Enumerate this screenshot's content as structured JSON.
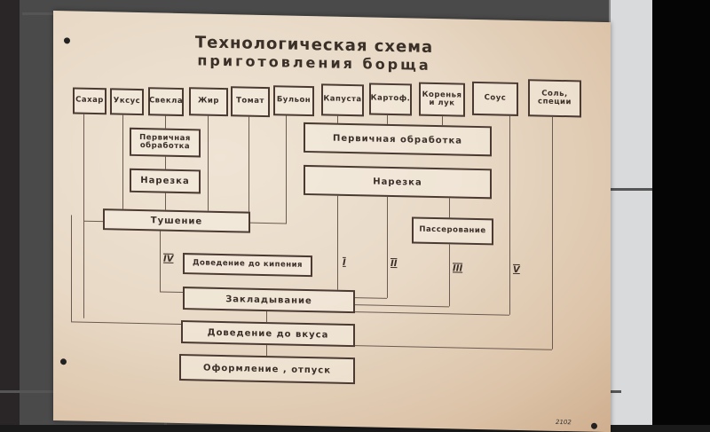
{
  "sign": {
    "title_line1": "Технологическая схема",
    "title_line2": "приготовления борща",
    "catalog_number": "2102"
  },
  "ingredients": [
    {
      "id": "sugar",
      "label": "Сахар"
    },
    {
      "id": "vinegar",
      "label": "Уксус"
    },
    {
      "id": "beet",
      "label": "Свекла"
    },
    {
      "id": "fat",
      "label": "Жир"
    },
    {
      "id": "tomato",
      "label": "Томат"
    },
    {
      "id": "broth",
      "label": "Бульон"
    },
    {
      "id": "cabbage",
      "label": "Капуста"
    },
    {
      "id": "potato",
      "label": "Картоф."
    },
    {
      "id": "roots-onion",
      "label": "Коренья и лук"
    },
    {
      "id": "sauce",
      "label": "Соус"
    },
    {
      "id": "salt-spices",
      "label": "Соль, специи"
    }
  ],
  "steps": {
    "beet_primary": "Первичная обработка",
    "beet_cut": "Нарезка",
    "stewing": "Тушение",
    "veg_primary": "Первичная обработка",
    "veg_cut": "Нарезка",
    "sauteing": "Пассерование",
    "boiling": "Доведение до кипения",
    "adding": "Закладывание",
    "seasoning": "Доведение до вкуса",
    "serving": "Оформление , отпуск"
  },
  "order_markers": {
    "I": "I",
    "II": "II",
    "III": "III",
    "IV": "IV",
    "V": "V"
  },
  "colors": {
    "ink": "#3a2e28",
    "plate": "#e8d9c6",
    "tile": "#cfd2d6"
  }
}
